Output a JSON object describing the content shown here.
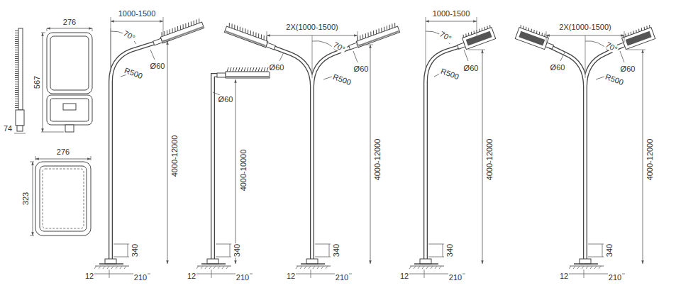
{
  "diagram": {
    "labels": [
      "276",
      "567",
      "74",
      "276",
      "323",
      "1000-1500",
      "70°",
      "R500",
      "Ø60",
      "4000-12000",
      "340",
      "12",
      "210",
      "Ø60",
      "4000-10000",
      "340",
      "12",
      "210",
      "2X(1000-1500)",
      "70°",
      "Ø60",
      "R500",
      "Ø60",
      "4000-12000",
      "340",
      "12",
      "210",
      "1000-1500",
      "70°",
      "R500",
      "Ø60",
      "4000-12000",
      "340",
      "12",
      "210",
      "2X(1000-1500)",
      "70°",
      "Ø60",
      "R500",
      "Ø60",
      "4000-12000",
      "340",
      "12",
      "210"
    ]
  }
}
